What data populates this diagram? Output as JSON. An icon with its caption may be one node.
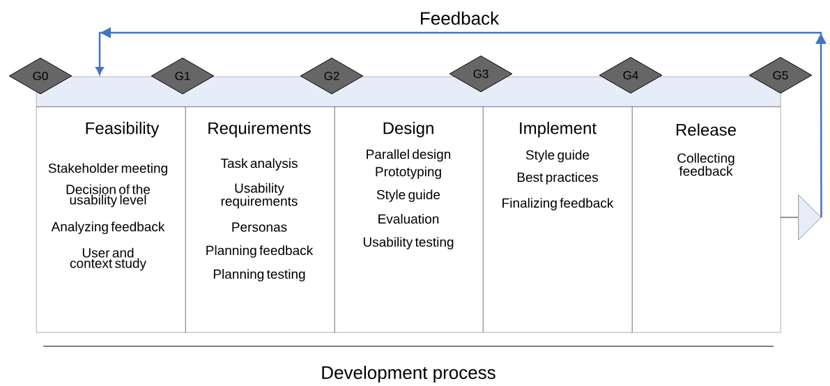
{
  "diagram": {
    "nodes": [
      {
        "text": [
          "G0"
        ]
      },
      {
        "text": [
          "G1"
        ]
      },
      {
        "text": [
          "G2"
        ]
      },
      {
        "text": [
          "G3"
        ]
      },
      {
        "text": [
          "G4"
        ]
      },
      {
        "text": [
          "G5"
        ]
      },
      {
        "text": [],
        "shape": "bar"
      },
      {
        "text": [
          "Feasibility",
          "Stakeholder meeting",
          "Decision of the usability level",
          "Analyzing feedback",
          "User and context study"
        ]
      },
      {
        "text": [
          "Requirements",
          "Task analysis",
          "Usability requirements",
          "Personas",
          "Planning feedback",
          "Planning testing"
        ]
      },
      {
        "text": [
          "Design",
          "Parallel design",
          "Prototyping",
          "Style guide",
          "Evaluation",
          "Usability testing"
        ]
      },
      {
        "text": [
          "Implement",
          "Style guide",
          "Best practices",
          "Finalizing feedback"
        ]
      },
      {
        "text": [
          "Release",
          "Collecting feedback"
        ]
      },
      {
        "text": [],
        "shape": "arrow"
      }
    ],
    "edges": [
      {
        "from": 12,
        "to": 6,
        "arrow": "to",
        "label": "Feedback"
      }
    ],
    "labels": [
      "Development process"
    ]
  }
}
